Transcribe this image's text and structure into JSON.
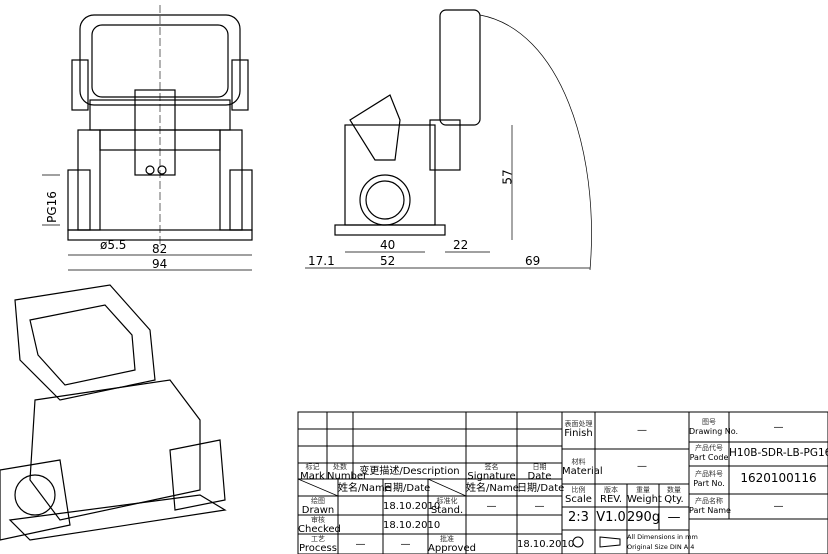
{
  "dimensions": {
    "pg16": "PG16",
    "hole": "ø5.5",
    "w82": "82",
    "w94": "94",
    "h57": "57",
    "w40": "40",
    "w52": "52",
    "w22": "22",
    "w17": "17.1",
    "w69": "69"
  },
  "title_block": {
    "mark_cn": "标记",
    "mark": "Mark",
    "number_cn": "处数",
    "number": "Number",
    "description": "变更描述/Description",
    "signature_cn": "签名",
    "signature": "Signature",
    "date_cn": "日期",
    "date": "Date",
    "name1": "姓名/Name",
    "date1": "日期/Date",
    "name2": "姓名/Name",
    "date2": "日期/Date",
    "drawn_cn": "绘图",
    "drawn": "Drawn",
    "drawn_date": "18.10.2010",
    "stand_cn": "标准化",
    "stand": "Stand.",
    "stand_sig": "—",
    "stand_date": "—",
    "checked_cn": "审核",
    "checked": "Checked",
    "checked_date": "18.10.2010",
    "process_cn": "工艺",
    "process": "Process",
    "process_name": "—",
    "process_date": "—",
    "approved_cn": "批准",
    "approved": "Approved",
    "approved_date": "18.10.2010",
    "finish_cn": "表面处理",
    "finish": "Finish",
    "finish_val": "—",
    "material_cn": "材料",
    "material": "Material",
    "material_val": "—",
    "scale_cn": "比例",
    "scale": "Scale",
    "scale_val": "2:3",
    "rev_cn": "版本",
    "rev": "REV.",
    "rev_val": "V1.0",
    "weight_cn": "重量",
    "weight": "Weight",
    "weight_val": "290g",
    "qty_cn": "数量",
    "qty": "Qty.",
    "qty_val": "—",
    "dims_note1": "All Dimensions in mm",
    "dims_note2": "Original Size DIN A 4",
    "drawing_no_cn": "图号",
    "drawing_no": "Drawing No.",
    "drawing_no_val": "—",
    "part_code_cn": "产品代号",
    "part_code": "Part Code",
    "part_code_val": "H10B-SDR-LB-PG16",
    "part_no_cn": "产品料号",
    "part_no": "Part No.",
    "part_no_val": "1620100116",
    "part_name_cn": "产品名称",
    "part_name": "Part Name",
    "part_name_val": "—"
  }
}
